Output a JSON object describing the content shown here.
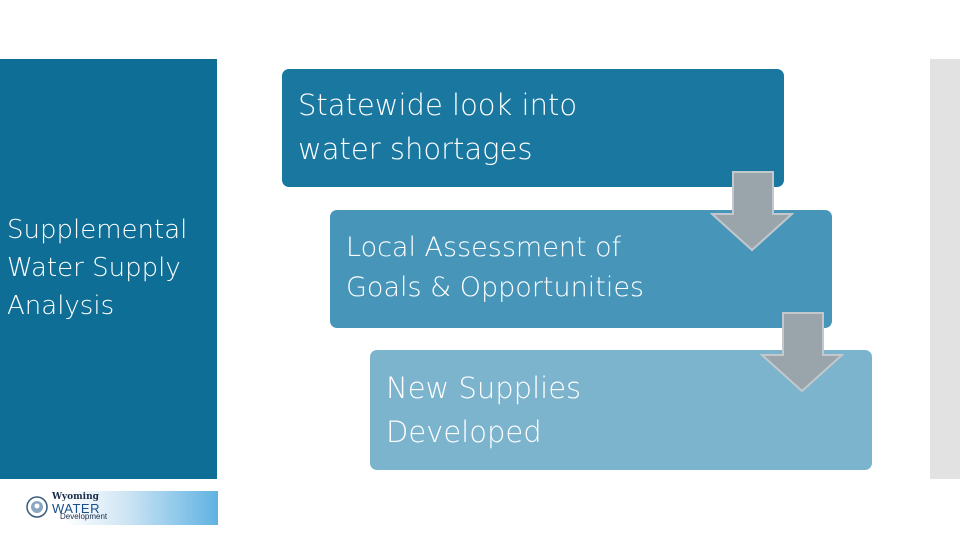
{
  "slide": {
    "left_title": "Supplemental\nWater Supply\nAnalysis",
    "steps": [
      {
        "label": "Statewide look into\nwater shortages"
      },
      {
        "label": "Local Assessment of\nGoals & Opportunities"
      },
      {
        "label": "New Supplies\nDeveloped"
      }
    ]
  },
  "logo": {
    "top": "Wyoming",
    "main": "WATER",
    "sub": "Development"
  },
  "colors": {
    "panel": "#0f6e96",
    "step1": "#1a78a0",
    "step2": "#4796ba",
    "step3": "#7cb4ce",
    "arrow": "#9aa4ab"
  }
}
